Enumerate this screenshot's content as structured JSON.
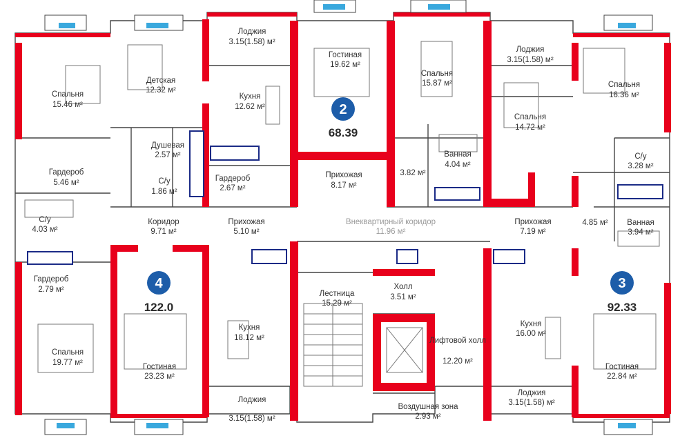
{
  "colors": {
    "wall": "#e8001c",
    "wall_thin": "#444444",
    "badge": "#1d5da9",
    "window": "#39a8dd",
    "fixture": "#1a2a86"
  },
  "units": [
    {
      "id": "2",
      "total": "68.39"
    },
    {
      "id": "3",
      "total": "92.33"
    },
    {
      "id": "4",
      "total": "122.0"
    }
  ],
  "rooms": {
    "loggia_top_left": {
      "name": "Лоджия",
      "area": "3.15(1.58) м²"
    },
    "living_2": {
      "name": "Гостиная",
      "area": "19.62 м²"
    },
    "bedroom_2": {
      "name": "Спальня",
      "area": "15.87 м²"
    },
    "loggia_top_right": {
      "name": "Лоджия",
      "area": "3.15(1.58) м²"
    },
    "bedroom_3a": {
      "name": "Спальня",
      "area": "16.36 м²"
    },
    "bedroom_4a": {
      "name": "Спальня",
      "area": "15.46 м²"
    },
    "kids_4": {
      "name": "Детская",
      "area": "12.32 м²"
    },
    "kitchen_2": {
      "name": "Кухня",
      "area": "12.62 м²"
    },
    "bedroom_3b": {
      "name": "Спальня",
      "area": "14.72 м²"
    },
    "shower_4": {
      "name": "Душевая",
      "area": "2.57 м²"
    },
    "bath_2": {
      "name": "Ванная",
      "area": "4.04 м²"
    },
    "hall_2_small": {
      "name": "",
      "area": "3.82 м²"
    },
    "wc_3": {
      "name": "С/у",
      "area": "3.28 м²"
    },
    "wardrobe_4a": {
      "name": "Гардероб",
      "area": "5.46 м²"
    },
    "wc_4a": {
      "name": "С/у",
      "area": "1.86 м²"
    },
    "wardrobe_2": {
      "name": "Гардероб",
      "area": "2.67 м²"
    },
    "hallway_2": {
      "name": "Прихожая",
      "area": "8.17 м²"
    },
    "wc_4b": {
      "name": "С/у",
      "area": "4.03 м²"
    },
    "corridor_4": {
      "name": "Коридор",
      "area": "9.71 м²"
    },
    "hallway_4": {
      "name": "Прихожая",
      "area": "5.10 м²"
    },
    "common_corridor": {
      "name": "Внеквартирный коридор",
      "area": "11.96 м²"
    },
    "hallway_3": {
      "name": "Прихожая",
      "area": "7.19 м²"
    },
    "hall_3_small": {
      "name": "",
      "area": "4.85 м²"
    },
    "bath_3": {
      "name": "Ванная",
      "area": "3.94 м²"
    },
    "wardrobe_4b": {
      "name": "Гардероб",
      "area": "2.79 м²"
    },
    "stairs": {
      "name": "Лестница",
      "area": "15.29 м²"
    },
    "hall": {
      "name": "Холл",
      "area": "3.51 м²"
    },
    "kitchen_4": {
      "name": "Кухня",
      "area": "18.12 м²"
    },
    "kitchen_3": {
      "name": "Кухня",
      "area": "16.00 м²"
    },
    "lift_hall": {
      "name": "Лифтовой холл",
      "area": "12.20 м²"
    },
    "bedroom_4b": {
      "name": "Спальня",
      "area": "19.77 м²"
    },
    "living_4": {
      "name": "Гостиная",
      "area": "23.23 м²"
    },
    "living_3": {
      "name": "Гостиная",
      "area": "22.84 м²"
    },
    "loggia_bottom_left": {
      "name": "Лоджия",
      "area": "3.15(1.58) м²"
    },
    "loggia_bottom_right": {
      "name": "Лоджия",
      "area": "3.15(1.58) м²"
    },
    "air_zone": {
      "name": "Воздушная зона",
      "area": "2.93 м²"
    }
  }
}
